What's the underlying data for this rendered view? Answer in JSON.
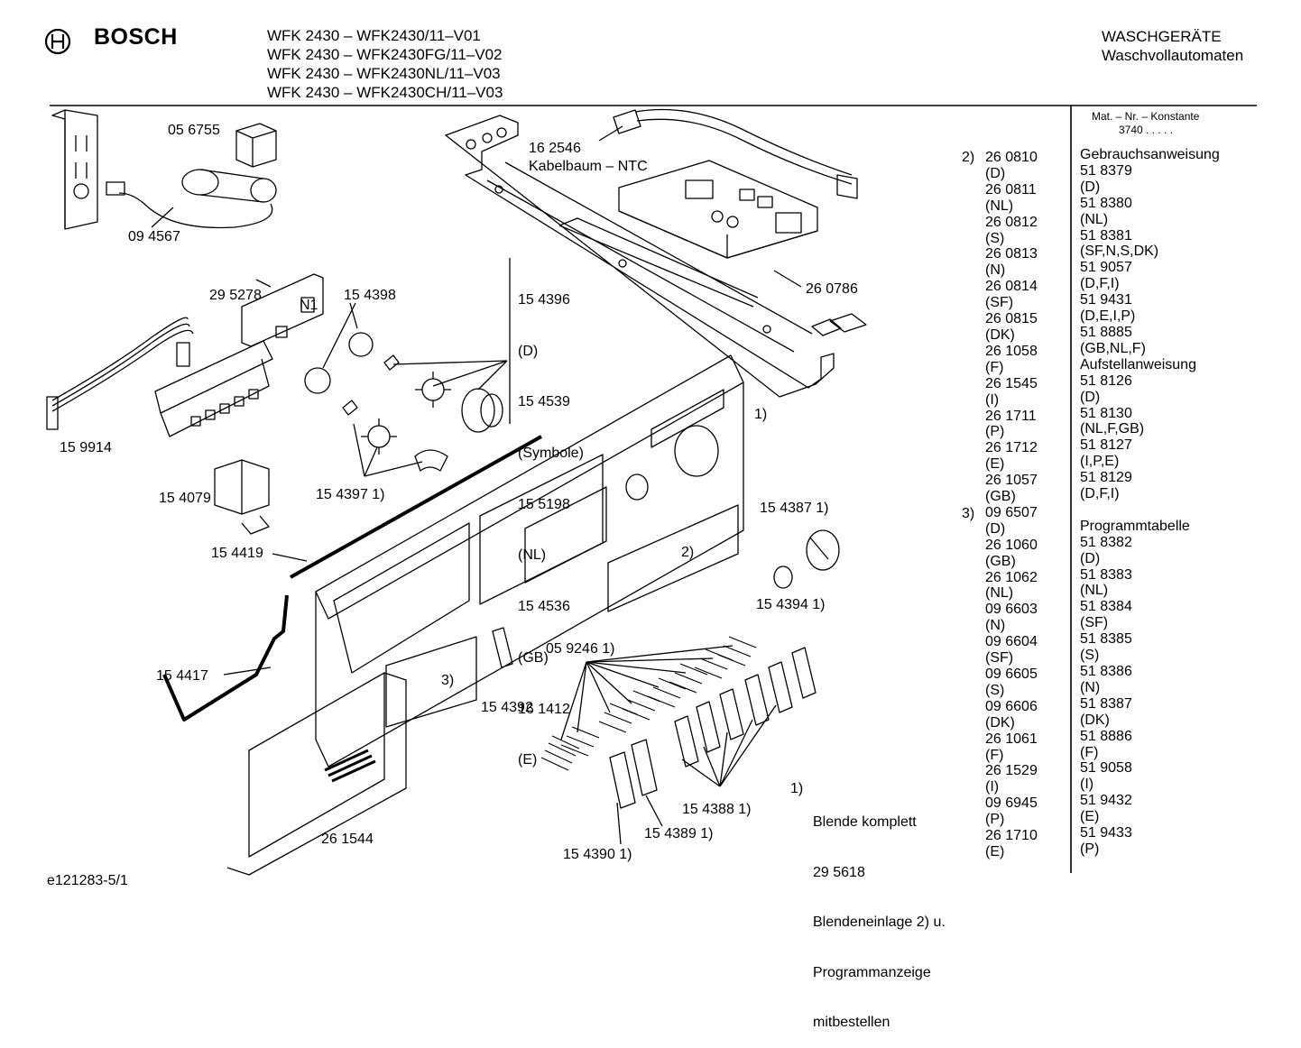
{
  "header": {
    "brand": "BOSCH",
    "models": [
      "WFK 2430 – WFK2430/11–V01",
      "WFK 2430 – WFK2430FG/11–V02",
      "WFK 2430 – WFK2430NL/11–V03",
      "WFK 2430 – WFK2430CH/11–V03"
    ],
    "category": "WASCHGERÄTE",
    "subcategory": "Waschvollautomaten"
  },
  "footer": {
    "doc_id": "e121283-5/1"
  },
  "callouts": {
    "p056755": "05 6755",
    "p094567": "09 4567",
    "p162546": "16 2546",
    "kabelbaum": "Kabelbaum – NTC",
    "p260786": "26 0786",
    "p295278": "29 5278",
    "n1": "N1",
    "p154398": "15 4398",
    "p159914": "15 9914",
    "p154079": "15 4079",
    "p154397": "15 4397 1)",
    "p154419": "15 4419",
    "p154417": "15 4417",
    "p154387": "15 4387 1)",
    "p154394": "15 4394 1)",
    "p154392": "15 4392",
    "p059246": "05 9246 1)",
    "p154388": "15 4388 1)",
    "p154389": "15 4389 1)",
    "p154390": "15 4390 1)",
    "p261544": "26 1544",
    "mark1": "1)",
    "mark2": "2)",
    "mark3": "3)"
  },
  "symbol_list": [
    "15 4396",
    "(D)",
    "15 4539",
    "(Symbole)",
    "15 5198",
    "(NL)",
    "15 4536",
    "(GB)",
    "16 1412",
    "(E)"
  ],
  "note": {
    "marker": "1)",
    "lines": [
      "Blende komplett",
      "29 5618",
      "Blendeneinlage 2) u.",
      "Programmanzeige",
      "mitbestellen"
    ]
  },
  "parts_column": {
    "markers": [
      "2)",
      "3)"
    ],
    "lines": [
      "26 0810",
      "(D)",
      "26 0811",
      "(NL)",
      "26 0812",
      "(S)",
      "26 0813",
      "(N)",
      "26 0814",
      "(SF)",
      "26 0815",
      "(DK)",
      "26 1058",
      "(F)",
      "26 1545",
      "(I)",
      "26 1711",
      "(P)",
      "26 1712",
      "(E)",
      "26 1057",
      "(GB)",
      "09 6507",
      "(D)",
      "26 1060",
      "(GB)",
      "26 1062",
      "(NL)",
      "09 6603",
      "(N)",
      "09 6604",
      "(SF)",
      "09 6605",
      "(S)",
      "09 6606",
      "(DK)",
      "26 1061",
      "(F)",
      "26 1529",
      "(I)",
      "09 6945",
      "(P)",
      "26 1710",
      "(E)"
    ]
  },
  "docs_column": {
    "header": "Mat. – Nr. – Konstante",
    "constant": "3740  .  .  .  .  .",
    "lines": [
      "Gebrauchsanweisung",
      "51 8379",
      "(D)",
      "51 8380",
      "(NL)",
      "51 8381",
      "(SF,N,S,DK)",
      "51 9057",
      "(D,F,I)",
      "51 9431",
      "(D,E,I,P)",
      "51 8885",
      "(GB,NL,F)",
      "Aufstellanweisung",
      "51 8126",
      "(D)",
      "51 8130",
      "(NL,F,GB)",
      "51 8127",
      "(I,P,E)",
      "51 8129",
      "(D,F,I)",
      "",
      "Programmtabelle",
      "51 8382",
      "(D)",
      "51 8383",
      "(NL)",
      "51 8384",
      "(SF)",
      "51 8385",
      "(S)",
      "51 8386",
      "(N)",
      "51 8387",
      "(DK)",
      "51 8886",
      "(F)",
      "51 9058",
      "(I)",
      "51 9432",
      "(E)",
      "51 9433",
      "(P)"
    ]
  }
}
